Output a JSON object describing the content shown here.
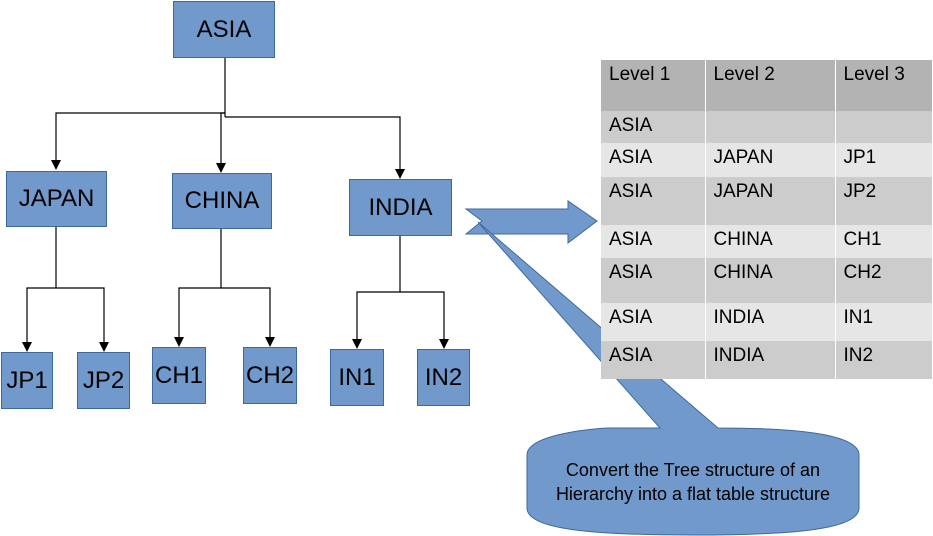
{
  "tree": {
    "root": "ASIA",
    "countries": [
      "JAPAN",
      "CHINA",
      "INDIA"
    ],
    "leaves": [
      "JP1",
      "JP2",
      "CH1",
      "CH2",
      "IN1",
      "IN2"
    ]
  },
  "table": {
    "headers": [
      "Level 1",
      "Level 2",
      "Level 3"
    ],
    "rows": [
      [
        "ASIA",
        "",
        ""
      ],
      [
        "ASIA",
        "JAPAN",
        "JP1"
      ],
      [
        "ASIA",
        "JAPAN",
        "JP2"
      ],
      [
        "ASIA",
        "CHINA",
        "CH1"
      ],
      [
        "ASIA",
        "CHINA",
        "CH2"
      ],
      [
        "ASIA",
        "INDIA",
        "IN1"
      ],
      [
        "ASIA",
        "INDIA",
        "IN2"
      ]
    ]
  },
  "callout": {
    "line1": "Convert the Tree structure of an",
    "line2": "Hierarchy into a flat table structure"
  },
  "colors": {
    "node_fill": "#7199cc",
    "node_border": "#3d6a9e",
    "table_header": "#b3b3b3",
    "table_shade": "#cccccc",
    "table_light": "#e6e6e6"
  }
}
